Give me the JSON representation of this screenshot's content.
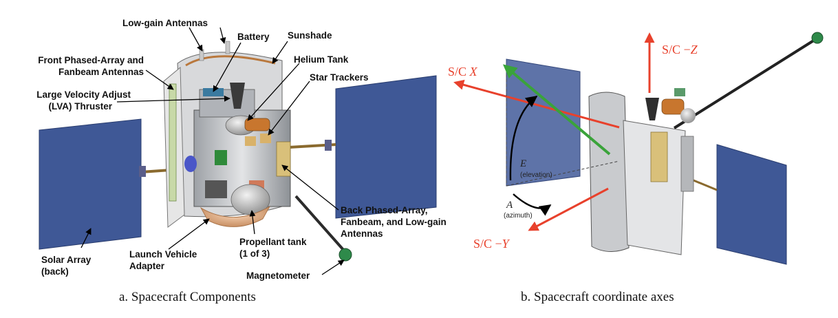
{
  "panel_a": {
    "labels": {
      "low_gain": "Low-gain Antennas",
      "battery": "Battery",
      "sunshade": "Sunshade",
      "helium": "Helium Tank",
      "front_phased_1": "Front Phased-Array and",
      "front_phased_2": "Fanbeam Antennas",
      "star_trackers": "Star Trackers",
      "lva_1": "Large Velocity Adjust",
      "lva_2": "(LVA) Thruster",
      "back_phased_1": "Back Phased-Array,",
      "back_phased_2": "Fanbeam, and Low-gain",
      "back_phased_3": "Antennas",
      "solar_1": "Solar Array",
      "solar_2": "(back)",
      "lva_adapter_1": "Launch Vehicle",
      "lva_adapter_2": "Adapter",
      "prop_1": "Propellant tank",
      "prop_2": "(1 of 3)",
      "magnetometer": "Magnetometer"
    },
    "caption": "a. Spacecraft Components"
  },
  "panel_b": {
    "axes": {
      "z_prefix": "S/C −",
      "z_axis": "Z",
      "x_prefix": "S/C ",
      "x_axis": "X",
      "y_prefix": "S/C −",
      "y_axis": "Y"
    },
    "angles": {
      "elevation_symbol": "E",
      "elevation_word": "(elevation)",
      "azimuth_symbol": "A",
      "azimuth_word": "(azimuth)"
    },
    "caption": "b. Spacecraft coordinate axes"
  },
  "colors": {
    "solar_panel": "#3f5896",
    "axis_red": "#e8412c",
    "vector_green": "#3aa33a",
    "body_gray": "#cfd1d4",
    "copper": "#b9783d"
  }
}
